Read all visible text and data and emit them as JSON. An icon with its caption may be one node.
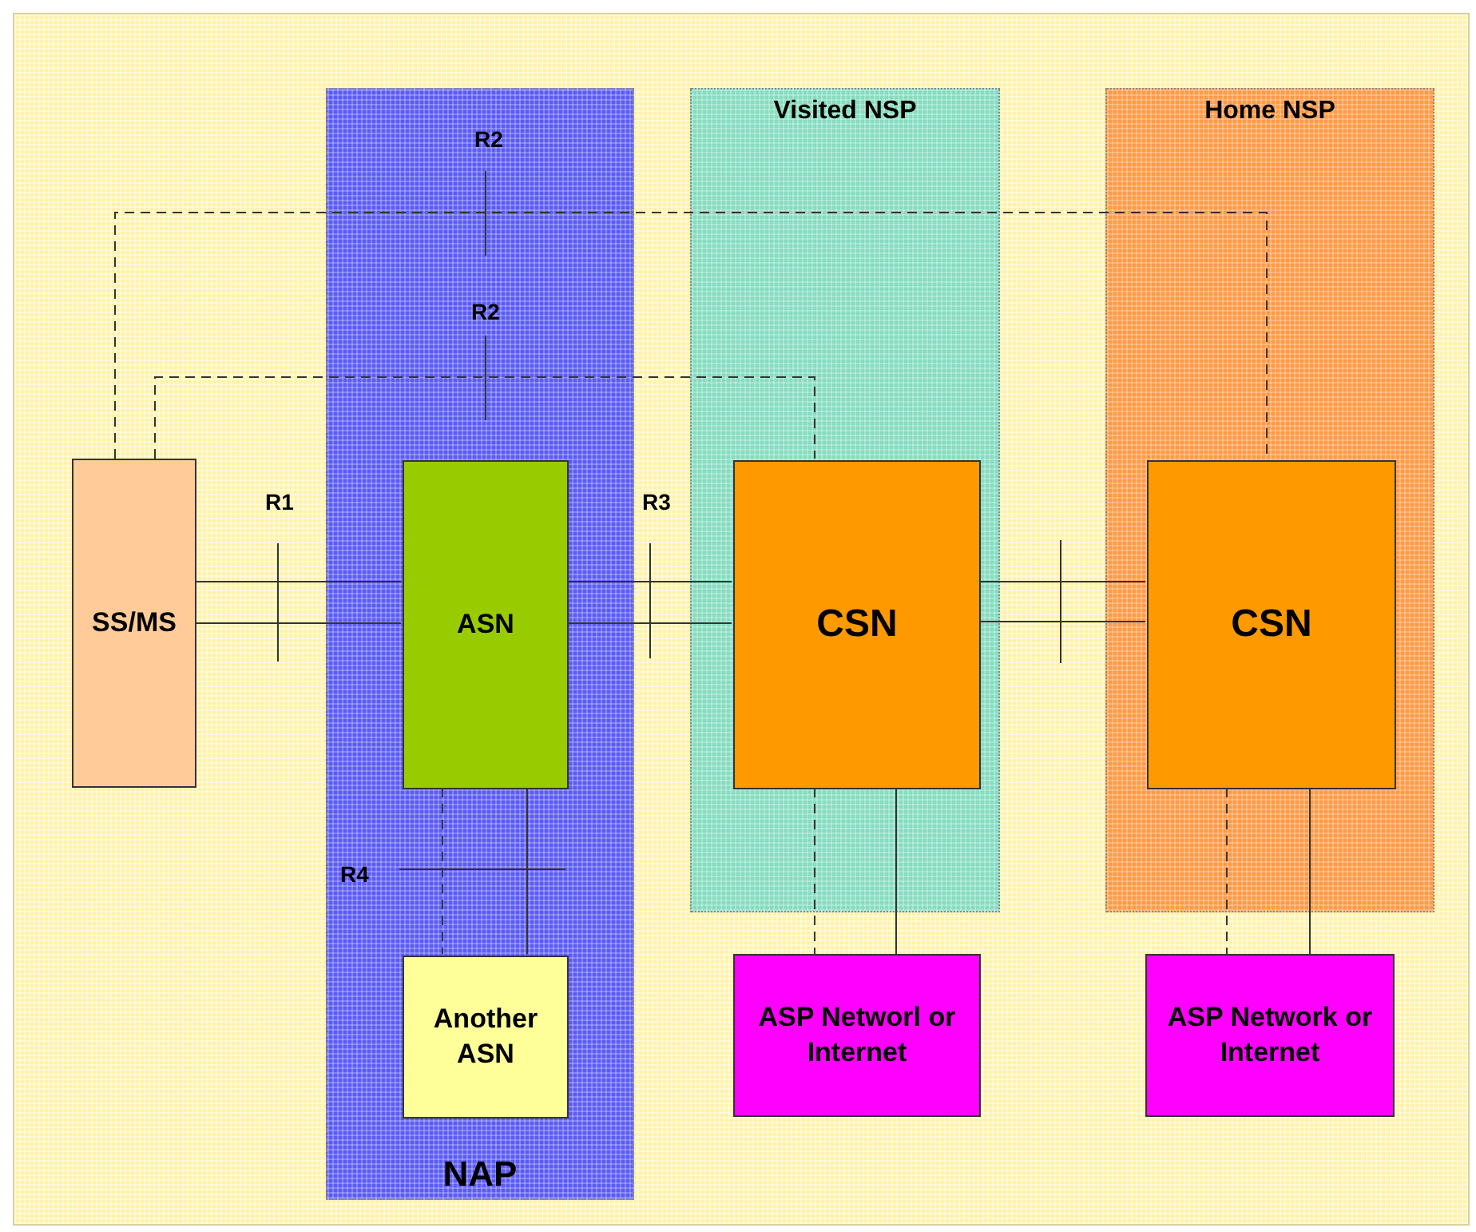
{
  "diagram": {
    "nodes": [
      {
        "text": [
          "NAP"
        ]
      },
      {
        "text": [
          "Visited NSP"
        ]
      },
      {
        "text": [
          "Home NSP"
        ]
      },
      {
        "text": [
          "SS/MS"
        ]
      },
      {
        "text": [
          "ASN"
        ],
        "in": 0
      },
      {
        "text": [
          "Another ASN"
        ],
        "in": 0
      },
      {
        "text": [
          "CSN"
        ],
        "in": 1
      },
      {
        "text": [
          "CSN"
        ],
        "in": 2
      },
      {
        "text": [
          "ASP Networl or Internet"
        ]
      },
      {
        "text": [
          "ASP Network or Internet"
        ]
      }
    ],
    "edges": [
      {
        "from": 3,
        "to": 7,
        "arrow": "none",
        "style": "dashed",
        "label": "R2"
      },
      {
        "from": 3,
        "to": 6,
        "arrow": "none",
        "style": "dashed",
        "label": "R2"
      },
      {
        "from": 3,
        "to": 4,
        "arrow": "none",
        "label": "R1"
      },
      {
        "from": 3,
        "to": 4,
        "arrow": "none"
      },
      {
        "from": 4,
        "to": 6,
        "arrow": "none",
        "label": "R3"
      },
      {
        "from": 4,
        "to": 6,
        "arrow": "none"
      },
      {
        "from": 6,
        "to": 7,
        "arrow": "none"
      },
      {
        "from": 6,
        "to": 7,
        "arrow": "none"
      },
      {
        "from": 4,
        "to": 5,
        "arrow": "none",
        "style": "dashed",
        "label": "R4"
      },
      {
        "from": 4,
        "to": 5,
        "arrow": "none"
      },
      {
        "from": 6,
        "to": 8,
        "arrow": "none",
        "style": "dashed"
      },
      {
        "from": 6,
        "to": 8,
        "arrow": "none"
      },
      {
        "from": 7,
        "to": 9,
        "arrow": "none",
        "style": "dashed"
      },
      {
        "from": 7,
        "to": 9,
        "arrow": "none"
      }
    ]
  }
}
